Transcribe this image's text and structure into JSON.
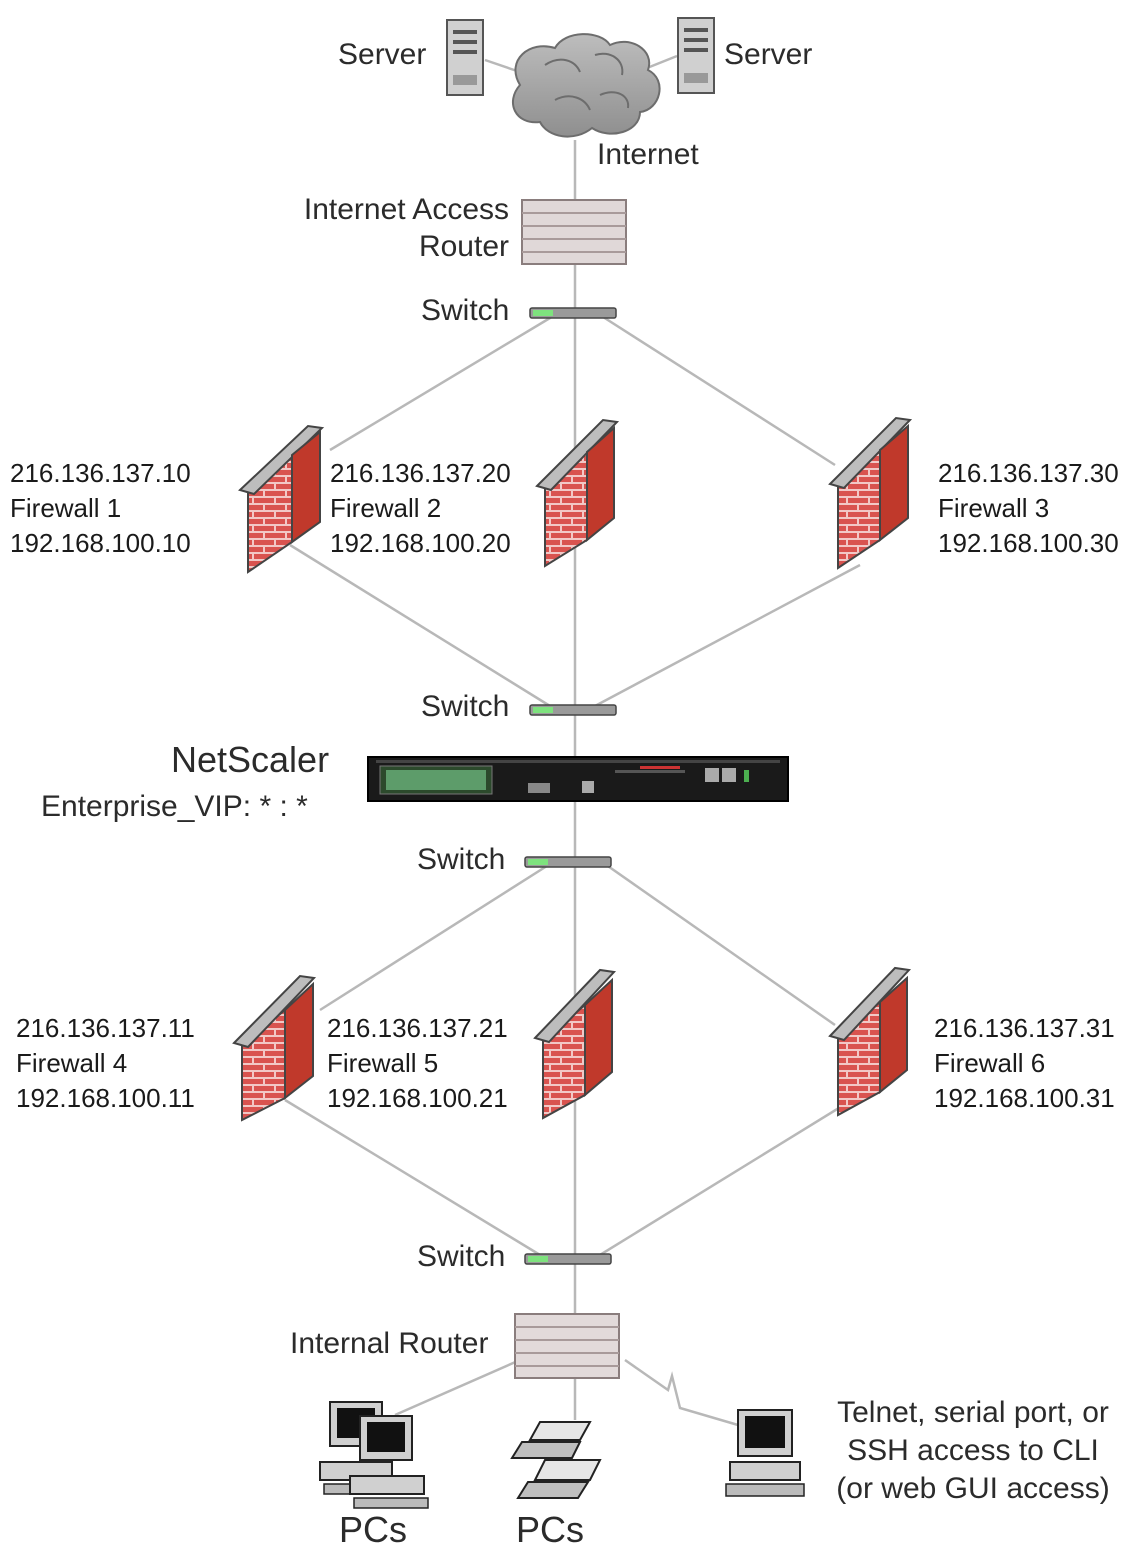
{
  "internet": {
    "server_left": "Server",
    "server_right": "Server",
    "cloud_label": "Internet",
    "access_router_line1": "Internet Access",
    "access_router_line2": "Router"
  },
  "switches": {
    "switch1": "Switch",
    "switch2": "Switch",
    "switch3": "Switch",
    "switch4": "Switch"
  },
  "firewalls": [
    {
      "public_ip": "216.136.137.10",
      "name": "Firewall 1",
      "private_ip": "192.168.100.10"
    },
    {
      "public_ip": "216.136.137.20",
      "name": "Firewall 2",
      "private_ip": "192.168.100.20"
    },
    {
      "public_ip": "216.136.137.30",
      "name": "Firewall 3",
      "private_ip": "192.168.100.30"
    },
    {
      "public_ip": "216.136.137.11",
      "name": "Firewall 4",
      "private_ip": "192.168.100.11"
    },
    {
      "public_ip": "216.136.137.21",
      "name": "Firewall 5",
      "private_ip": "192.168.100.21"
    },
    {
      "public_ip": "216.136.137.31",
      "name": "Firewall 6",
      "private_ip": "192.168.100.31"
    }
  ],
  "netscaler": {
    "title": "NetScaler",
    "vip": "Enterprise_VIP: * : *"
  },
  "internal": {
    "router_label": "Internal Router",
    "pcs_left": "PCs",
    "pcs_middle": "PCs",
    "cli_line1": "Telnet, serial port, or",
    "cli_line2": "SSH access to CLI",
    "cli_line3": "(or web GUI access)"
  },
  "colors": {
    "line": "#b8b8b8",
    "brick": "#d9534f",
    "mortar": "#f2c8c6",
    "wall_cap": "#b7b7b7",
    "switch_led": "#7ee27e",
    "device_gray": "#d6d6d6"
  }
}
